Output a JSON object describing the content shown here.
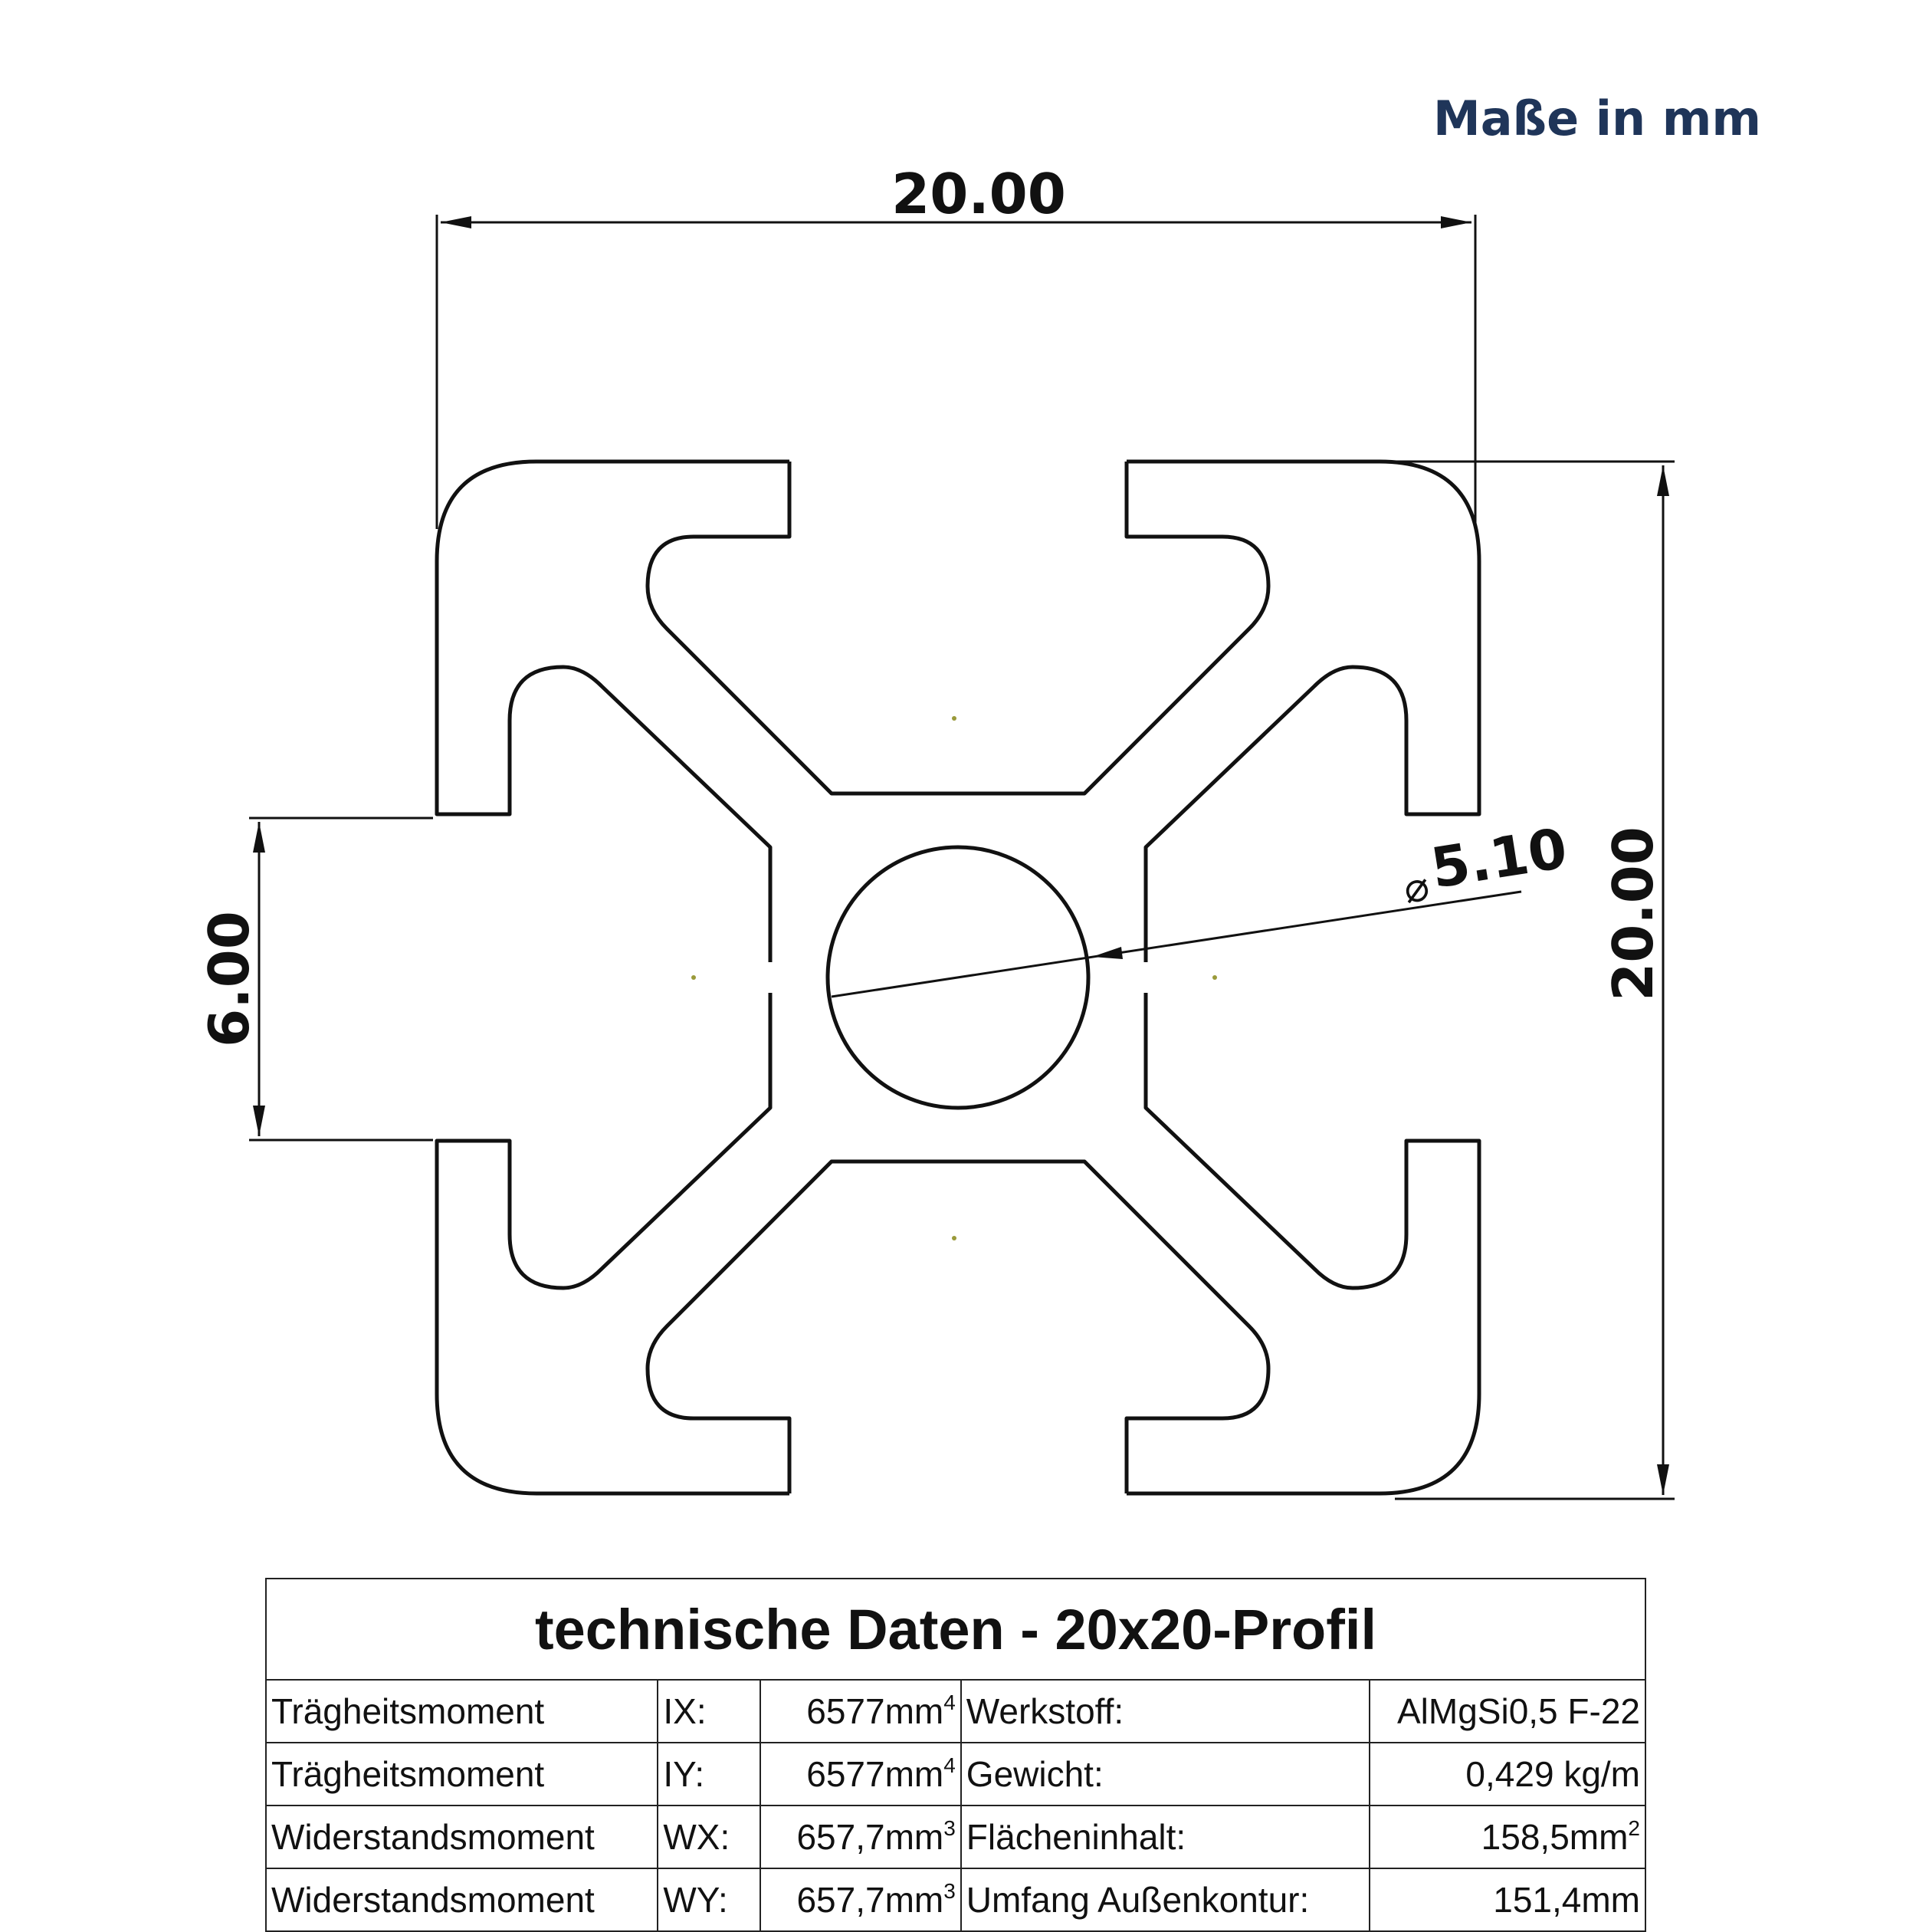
{
  "units_note": "Maße in mm",
  "dimensions": {
    "width": "20.00",
    "height": "20.00",
    "slot_opening": "6.00",
    "bore_symbol": "⌀",
    "bore_diameter": "5.10"
  },
  "table": {
    "title": "technische Daten - 20x20-Profil",
    "rows": [
      {
        "name": "Trägheitsmoment",
        "axis": "IX:",
        "value": "6577mm",
        "exp": "4",
        "prop": "Werkstoff:",
        "prop_value": "AlMgSi0,5 F-22",
        "prop_exp": ""
      },
      {
        "name": "Trägheitsmoment",
        "axis": "IY:",
        "value": "6577mm",
        "exp": "4",
        "prop": "Gewicht:",
        "prop_value": "0,429 kg/m",
        "prop_exp": ""
      },
      {
        "name": "Widerstandsmoment",
        "axis": "WX:",
        "value": "657,7mm",
        "exp": "3",
        "prop": "Flächeninhalt:",
        "prop_value": "158,5mm",
        "prop_exp": "2"
      },
      {
        "name": "Widerstandsmoment",
        "axis": "WY:",
        "value": "657,7mm",
        "exp": "3",
        "prop": "Umfang Außenkontur:",
        "prop_value": "151,4mm",
        "prop_exp": ""
      }
    ]
  }
}
